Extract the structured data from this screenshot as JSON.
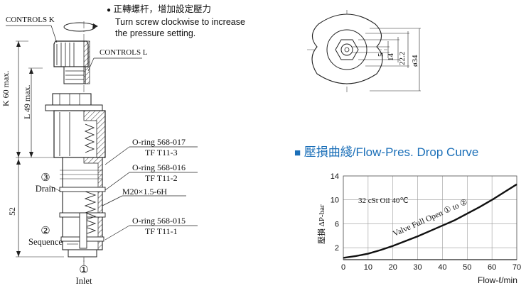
{
  "note": {
    "bullet": "●",
    "zh": "正轉螺杆，增加設定壓力",
    "en_line1": "Turn screw clockwise to increase",
    "en_line2": "the pressure setting."
  },
  "valve": {
    "controls_k": "CONTROLS K",
    "controls_l": "CONTROLS L",
    "dim_k": "K 60 max.",
    "dim_l": "L 49 max.",
    "dim_52": "52",
    "oring1": "O-ring 568-017",
    "tf1": "TF T11-3",
    "oring2": "O-ring 568-016",
    "tf2": "TF T11-2",
    "thread": "M20×1.5-6H",
    "oring3": "O-ring 568-015",
    "tf3": "TF T11-1",
    "port3_num": "③",
    "port3_name": "Drain",
    "port2_num": "②",
    "port2_name": "Sequence",
    "port1_num": "①",
    "port1_name": "Inlet"
  },
  "topview": {
    "d5": "5",
    "d14": "14",
    "d222": "22.2",
    "d34": "ø34"
  },
  "curve_title": {
    "marker": "■",
    "text": "壓損曲綫/Flow-Pres. Drop Curve"
  },
  "chart_data": {
    "type": "line",
    "title": "",
    "xlabel": "Flow-ℓ/min",
    "ylabel": "壓損 ΔP-bar",
    "xlim": [
      0,
      70
    ],
    "ylim": [
      0,
      14
    ],
    "xticks": [
      0,
      10,
      20,
      30,
      40,
      50,
      60,
      70
    ],
    "yticks": [
      2,
      6,
      10,
      14
    ],
    "grid": true,
    "annotations": [
      "32 cSt Oil 40℃",
      "Valve Full Open ① to ②"
    ],
    "series": [
      {
        "x": [
          0,
          5,
          10,
          15,
          20,
          25,
          30,
          35,
          40,
          45,
          50,
          55,
          60,
          65,
          70
        ],
        "y": [
          0.3,
          0.6,
          1.0,
          1.6,
          2.3,
          3.1,
          3.9,
          4.8,
          5.7,
          6.6,
          7.7,
          8.8,
          10.0,
          11.3,
          12.6
        ]
      }
    ]
  }
}
